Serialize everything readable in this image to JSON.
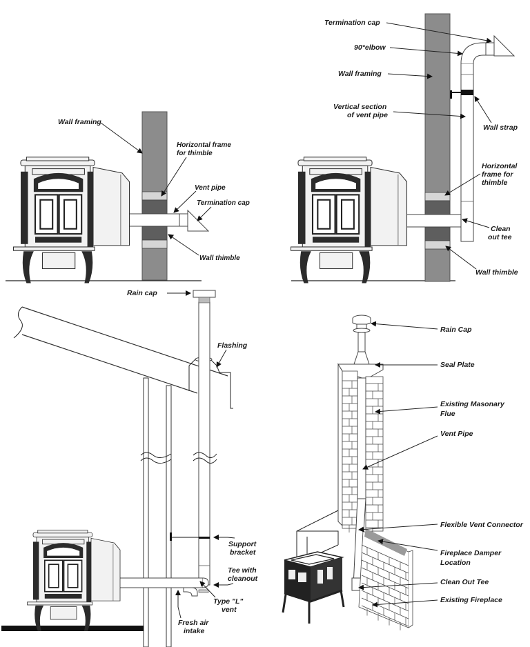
{
  "panels": [
    {
      "id": "horizontal-through-wall",
      "labels": {
        "wall_framing": "Wall framing",
        "horizontal_frame_1": "Horizontal frame",
        "horizontal_frame_2": "for thimble",
        "vent_pipe": "Vent pipe",
        "termination_cap": "Termination cap",
        "wall_thimble": "Wall thimble"
      }
    },
    {
      "id": "horizontal-then-vertical-outside",
      "labels": {
        "termination_cap": "Termination cap",
        "elbow": "90°elbow",
        "wall_framing": "Wall framing",
        "vertical_section_1": "Vertical section",
        "vertical_section_2": "of vent pipe",
        "wall_strap": "Wall strap",
        "horizontal_frame_1": "Horizontal",
        "horizontal_frame_2": "frame for",
        "horizontal_frame_3": "thimble",
        "clean_out_tee_1": "Clean",
        "clean_out_tee_2": "out tee",
        "wall_thimble": "Wall thimble"
      }
    },
    {
      "id": "vertical-through-roof",
      "labels": {
        "rain_cap": "Rain cap",
        "flashing": "Flashing",
        "support_bracket_1": "Support",
        "support_bracket_2": "bracket",
        "tee_with_cleanout_1": "Tee with",
        "tee_with_cleanout_2": "cleanout",
        "type_l_vent_1": "Type \"L\"",
        "type_l_vent_2": "vent",
        "fresh_air_1": "Fresh air",
        "fresh_air_2": "intake"
      }
    },
    {
      "id": "masonry-chimney",
      "labels": {
        "rain_cap": "Rain Cap",
        "seal_plate": "Seal Plate",
        "masonry_flue_1": "Existing Masonary",
        "masonry_flue_2": "Flue",
        "vent_pipe": "Vent Pipe",
        "flexible_vent_connector": "Flexible Vent Connector",
        "damper_location_1": "Fireplace Damper",
        "damper_location_2": "Location",
        "clean_out_tee": "Clean Out Tee",
        "existing_fireplace": "Existing Fireplace"
      }
    }
  ],
  "colors": {
    "wall_framing": "#8c8c8c",
    "thimble_dark": "#5e5e5e",
    "thimble_light": "#d6d6d6",
    "damper": "#9a9a9a"
  }
}
